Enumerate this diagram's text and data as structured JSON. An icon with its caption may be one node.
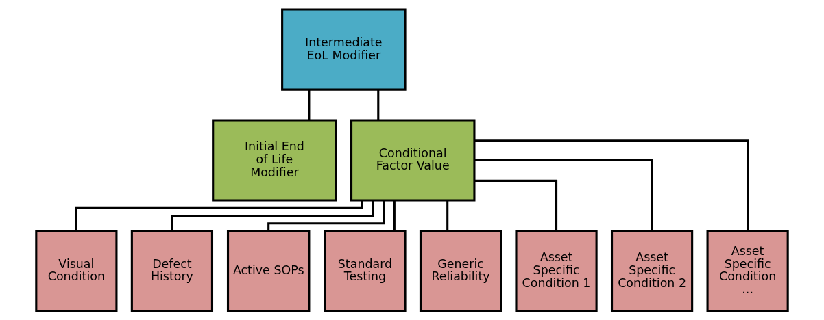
{
  "diagram": {
    "nodes": [
      {
        "text": [
          "Intermediate EoL Modifier"
        ]
      },
      {
        "text": [
          "Initial End of Life Modifier"
        ]
      },
      {
        "text": [
          "Conditional Factor Value"
        ]
      },
      {
        "text": [
          "Visual Condition"
        ]
      },
      {
        "text": [
          "Defect History"
        ]
      },
      {
        "text": [
          "Active SOPs"
        ]
      },
      {
        "text": [
          "Standard Testing"
        ]
      },
      {
        "text": [
          "Generic Reliability"
        ]
      },
      {
        "text": [
          "Asset Specific Condition 1"
        ]
      },
      {
        "text": [
          "Asset Specific Condition 2"
        ]
      },
      {
        "text": [
          "Asset Specific Condition ..."
        ]
      }
    ],
    "edges": [
      {
        "from": 0,
        "to": 1,
        "arrow": "none"
      },
      {
        "from": 0,
        "to": 2,
        "arrow": "none"
      },
      {
        "from": 2,
        "to": 3,
        "arrow": "none"
      },
      {
        "from": 2,
        "to": 4,
        "arrow": "none"
      },
      {
        "from": 2,
        "to": 5,
        "arrow": "none"
      },
      {
        "from": 2,
        "to": 6,
        "arrow": "none"
      },
      {
        "from": 2,
        "to": 7,
        "arrow": "none"
      },
      {
        "from": 2,
        "to": 8,
        "arrow": "none"
      },
      {
        "from": 2,
        "to": 9,
        "arrow": "none"
      },
      {
        "from": 2,
        "to": 10,
        "arrow": "none"
      }
    ]
  }
}
